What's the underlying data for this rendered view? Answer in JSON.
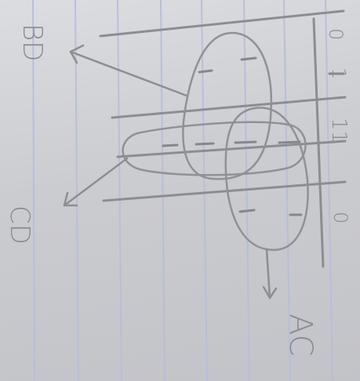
{
  "diagram": {
    "kind": "karnaugh-map-sketch",
    "labels": {
      "bd": "BD",
      "cd": "CD",
      "ac": "AC"
    },
    "row_labels": {
      "r0": "0",
      "r1": "1",
      "r2": "11",
      "r3": "0"
    },
    "cell_marks": "—"
  },
  "colors": {
    "paper": "#d6d7da",
    "ruled_line": "#b7bfd9",
    "pencil": "#8a8b90"
  }
}
